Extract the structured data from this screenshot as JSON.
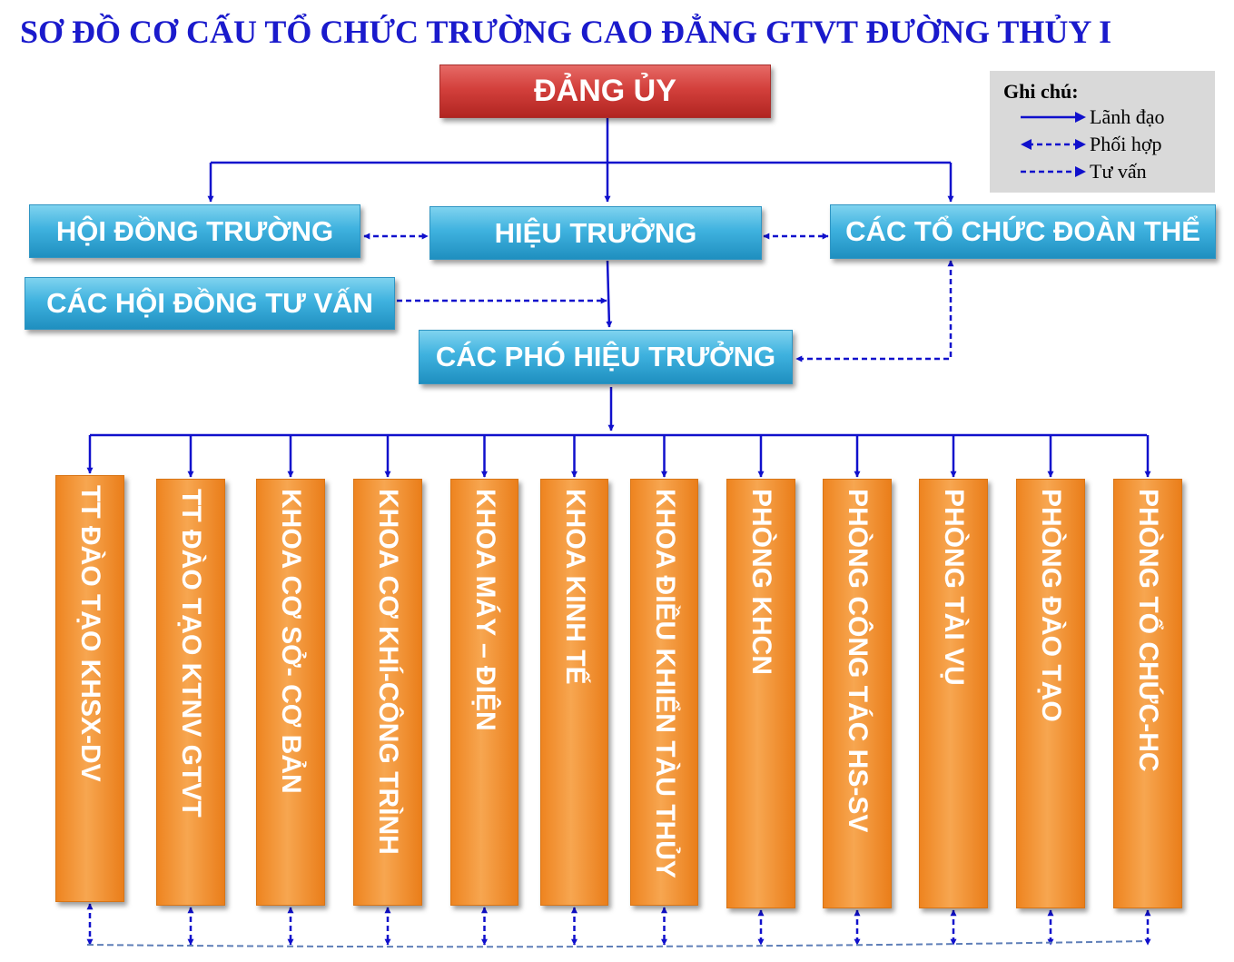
{
  "title": "SƠ ĐỒ CƠ CẤU TỔ CHỨC TRƯỜNG CAO ĐẲNG GTVT ĐƯỜNG THỦY I",
  "nodes": {
    "dang_uy": "ĐẢNG ỦY",
    "hoi_dong_truong": "HỘI ĐỒNG TRƯỜNG",
    "hieu_truong": "HIỆU TRƯỞNG",
    "to_chuc_doan_the": "CÁC TỔ CHỨC ĐOÀN THỂ",
    "hoi_dong_tu_van": "CÁC HỘI ĐỒNG TƯ VẤN",
    "pho_hieu_truong": "CÁC PHÓ HIỆU TRƯỞNG"
  },
  "units": [
    "TT ĐÀO TẠO KHSX-DV",
    "TT ĐÀO TẠO KTNV GTVT",
    "KHOA CƠ SỞ- CƠ BẢN",
    "KHOA CƠ KHÍ-CÔNG TRÌNH",
    "KHOA MÁY – ĐIỆN",
    "KHOA KINH TẾ",
    "KHOA ĐIỀU KHIỂN TÀU THỦY",
    "PHÒNG KHCN",
    "PHÒNG CÔNG TÁC HS-SV",
    "PHÒNG TÀI VỤ",
    "PHÒNG ĐÀO TẠO",
    "PHÒNG TỔ CHỨC-HC"
  ],
  "legend": {
    "title": "Ghi chú:",
    "items": [
      {
        "label": "Lãnh đạo",
        "style": "solid"
      },
      {
        "label": "Phối hợp",
        "style": "dashed-double"
      },
      {
        "label": "Tư vấn",
        "style": "dashed"
      }
    ]
  },
  "colors": {
    "title": "#1a1acc",
    "line": "#1010cc",
    "bottom_line": "#5f7fb8",
    "red_box": "#d3403c",
    "blue_box": "#3fb2df",
    "orange_box": "#f29233",
    "legend_bg": "#d9d9d9"
  }
}
